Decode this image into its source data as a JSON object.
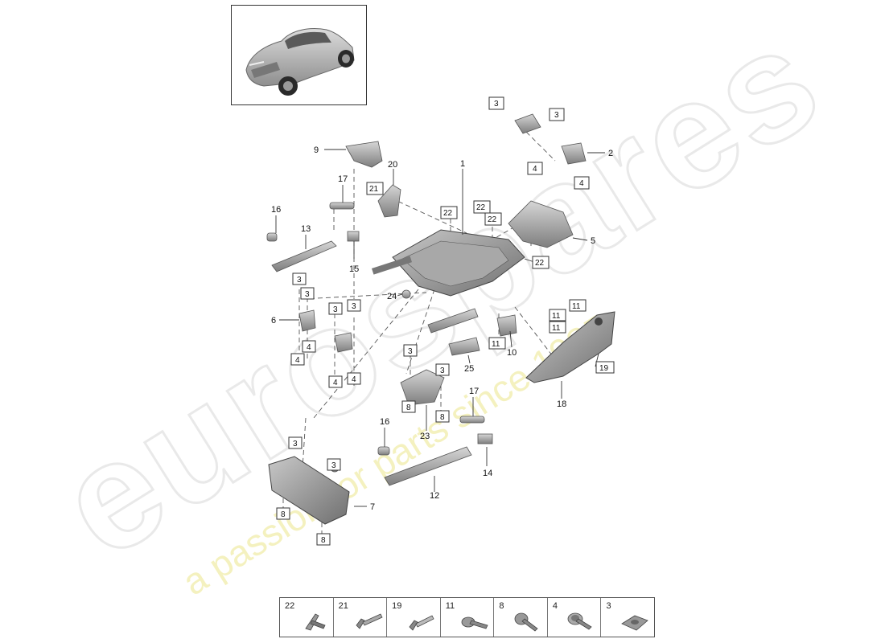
{
  "watermark": {
    "brand": "eurospares",
    "tagline": "a passion for parts since 1985"
  },
  "callouts": {
    "c1": "1",
    "c2": "2",
    "c3": "3",
    "c4": "4",
    "c5": "5",
    "c6": "6",
    "c7": "7",
    "c8": "8",
    "c9": "9",
    "c10": "10",
    "c11": "11",
    "c12": "12",
    "c13": "13",
    "c14": "14",
    "c15": "15",
    "c16": "16",
    "c17": "17",
    "c18": "18",
    "c19": "19",
    "c20": "20",
    "c21": "21",
    "c22": "22",
    "c23": "23",
    "c24": "24",
    "c25": "25"
  },
  "legend": [
    {
      "number": "22",
      "icon": "clip-icon"
    },
    {
      "number": "21",
      "icon": "expanding-rivet-icon"
    },
    {
      "number": "19",
      "icon": "plastic-rivet-icon"
    },
    {
      "number": "11",
      "icon": "flange-bolt-icon"
    },
    {
      "number": "8",
      "icon": "pan-head-bolt-icon"
    },
    {
      "number": "4",
      "icon": "washer-bolt-icon"
    },
    {
      "number": "3",
      "icon": "speed-nut-icon"
    }
  ]
}
